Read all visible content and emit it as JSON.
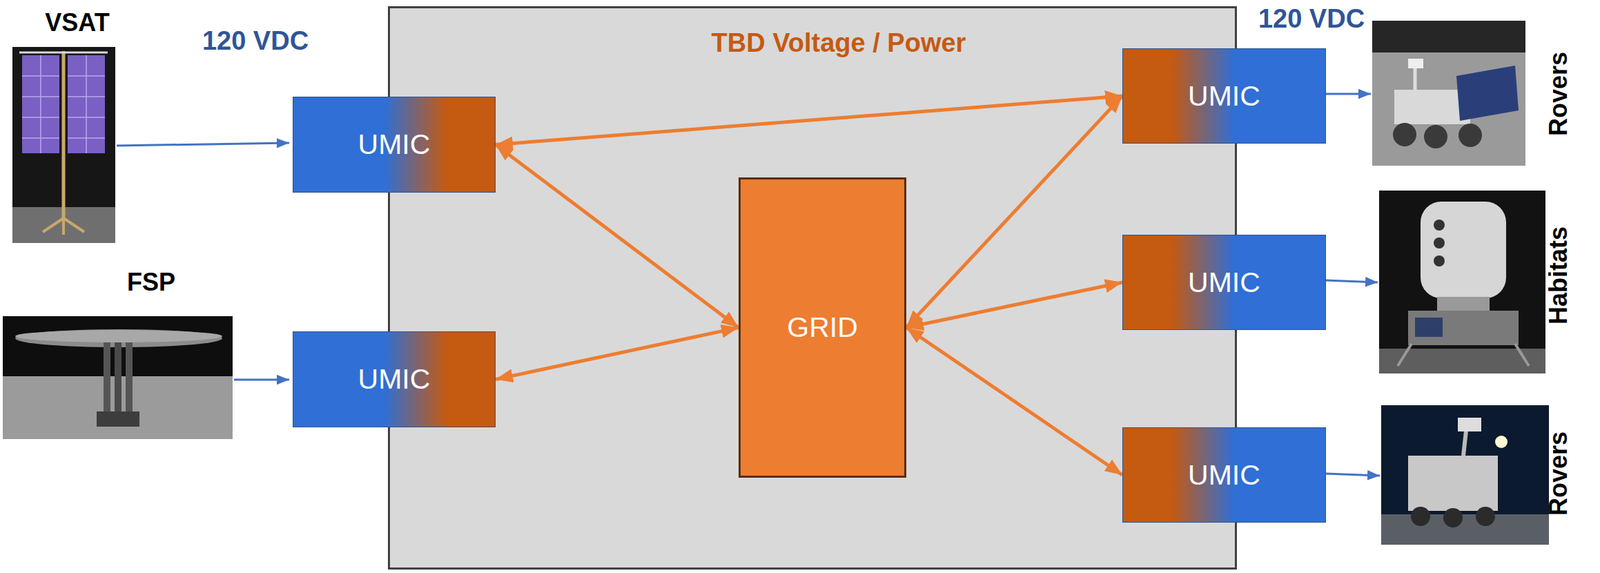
{
  "diagram": {
    "nodes": [
      {
        "text": [
          "TBD Voltage / Power"
        ]
      },
      {
        "text": [
          "UMIC"
        ],
        "in": 0
      },
      {
        "text": [
          "UMIC"
        ],
        "in": 0
      },
      {
        "text": [
          "GRID"
        ],
        "in": 0
      },
      {
        "text": [
          "UMIC"
        ],
        "in": 0
      },
      {
        "text": [
          "UMIC"
        ],
        "in": 0
      },
      {
        "text": [
          "UMIC"
        ],
        "in": 0
      }
    ],
    "edges": [
      {
        "from": 1,
        "to": 4,
        "arrow": "both"
      },
      {
        "from": 1,
        "to": 3,
        "arrow": "both"
      },
      {
        "from": 2,
        "to": 3,
        "arrow": "both"
      },
      {
        "from": 3,
        "to": 4,
        "arrow": "both"
      },
      {
        "from": 3,
        "to": 5,
        "arrow": "both"
      },
      {
        "from": 3,
        "to": 6,
        "arrow": "both"
      }
    ],
    "labels": [
      "VSAT",
      "120 VDC",
      "FSP",
      "120 VDC",
      "Rovers",
      "Habitats",
      "Rovers"
    ]
  }
}
